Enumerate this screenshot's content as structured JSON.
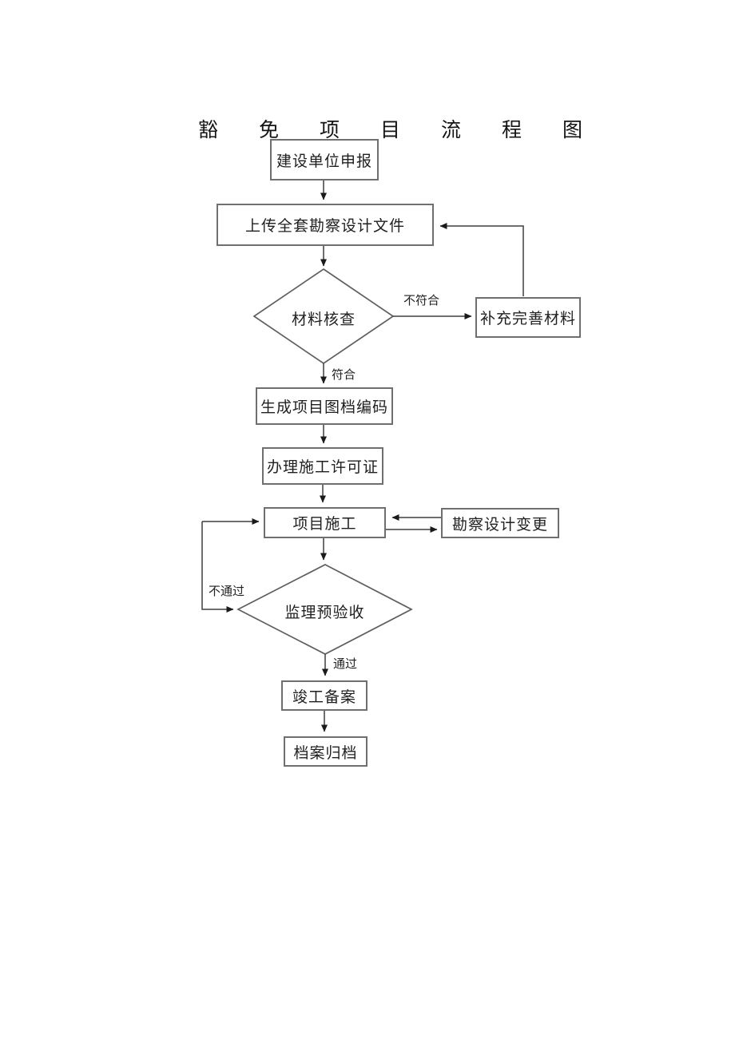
{
  "document": {
    "title": "豁免项目流程图",
    "background": "#ffffff"
  },
  "flowchart": {
    "nodes": [
      {
        "id": "declare",
        "type": "process",
        "label": "建设单位申报"
      },
      {
        "id": "upload",
        "type": "process",
        "label": "上传全套勘察设计文件"
      },
      {
        "id": "material-check",
        "type": "decision",
        "label": "材料核查"
      },
      {
        "id": "supplement",
        "type": "process",
        "label": "补充完善材料"
      },
      {
        "id": "generate-code",
        "type": "process",
        "label": "生成项目图档编码"
      },
      {
        "id": "permit",
        "type": "process",
        "label": "办理施工许可证"
      },
      {
        "id": "construction",
        "type": "process",
        "label": "项目施工"
      },
      {
        "id": "design-change",
        "type": "process",
        "label": "勘察设计变更"
      },
      {
        "id": "pre-acceptance",
        "type": "decision",
        "label": "监理预验收"
      },
      {
        "id": "completion-filing",
        "type": "process",
        "label": "竣工备案"
      },
      {
        "id": "archiving",
        "type": "process",
        "label": "档案归档"
      }
    ],
    "edge_labels": {
      "not_conform": "不符合",
      "conform": "符合",
      "fail": "不通过",
      "pass": "通过"
    },
    "edges": [
      {
        "from": "declare",
        "to": "upload"
      },
      {
        "from": "upload",
        "to": "material-check"
      },
      {
        "from": "material-check",
        "to": "supplement",
        "label": "不符合"
      },
      {
        "from": "supplement",
        "to": "upload"
      },
      {
        "from": "material-check",
        "to": "generate-code",
        "label": "符合"
      },
      {
        "from": "generate-code",
        "to": "permit"
      },
      {
        "from": "permit",
        "to": "construction"
      },
      {
        "from": "design-change",
        "to": "construction"
      },
      {
        "from": "construction",
        "to": "design-change"
      },
      {
        "from": "construction",
        "to": "pre-acceptance"
      },
      {
        "from": "pre-acceptance",
        "to": "construction",
        "label": "不通过"
      },
      {
        "from": "pre-acceptance",
        "to": "completion-filing",
        "label": "通过"
      },
      {
        "from": "completion-filing",
        "to": "archiving"
      }
    ],
    "colors": {
      "line": "#3f3f3f",
      "box_border": "#6f6f6f",
      "text": "#1f1f1f"
    }
  }
}
